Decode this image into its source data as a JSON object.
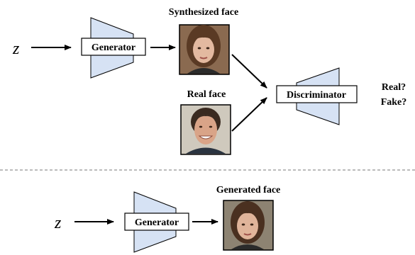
{
  "top": {
    "latent_symbol": "z",
    "generator_label": "Generator",
    "synth_caption": "Synthesized face",
    "real_caption": "Real face",
    "discriminator_label": "Discriminator",
    "output_real": "Real?",
    "output_fake": "Fake?"
  },
  "bottom": {
    "latent_symbol": "z",
    "generator_label": "Generator",
    "generated_caption": "Generated face"
  },
  "colors": {
    "trapezoid_fill": "#d6e2f4",
    "stroke": "#000000",
    "divider": "#777777"
  },
  "icons": {
    "synth_face": "portrait-photo-woman",
    "real_face": "portrait-photo-man",
    "generated_face": "portrait-photo-woman"
  }
}
